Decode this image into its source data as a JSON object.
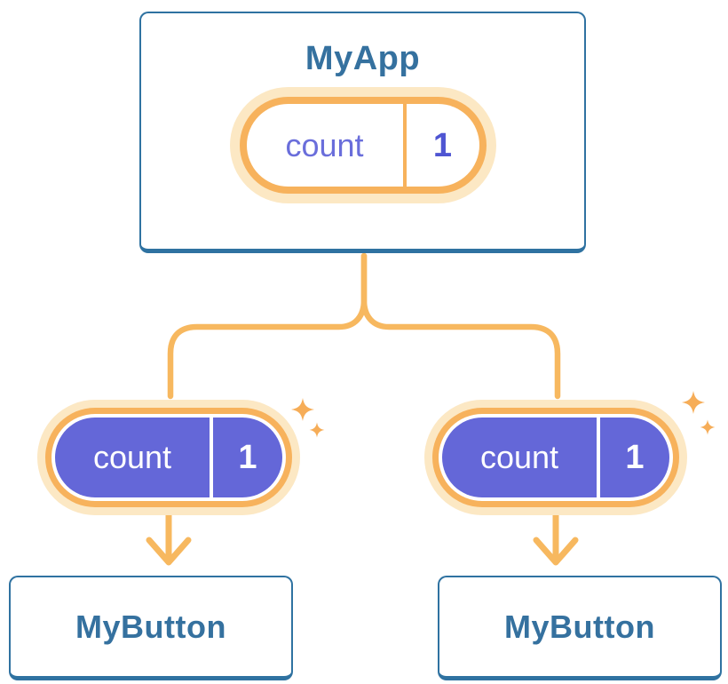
{
  "app_card": {
    "title": "MyApp",
    "pill": {
      "label": "count",
      "value": "1"
    }
  },
  "child_pills": [
    {
      "label": "count",
      "value": "1"
    },
    {
      "label": "count",
      "value": "1"
    }
  ],
  "child_cards": [
    {
      "title": "MyButton"
    },
    {
      "title": "MyButton"
    }
  ],
  "colors": {
    "card_border": "#2f72a1",
    "title_text": "#35719f",
    "pill_halo": "#fce8c4",
    "pill_ring": "#f7b25c",
    "connector": "#f7b85f",
    "sparkle": "#f6ad58",
    "state_purple": "#6467d8",
    "state_text": "#6a6edb",
    "value_text": "#4f55d2"
  }
}
